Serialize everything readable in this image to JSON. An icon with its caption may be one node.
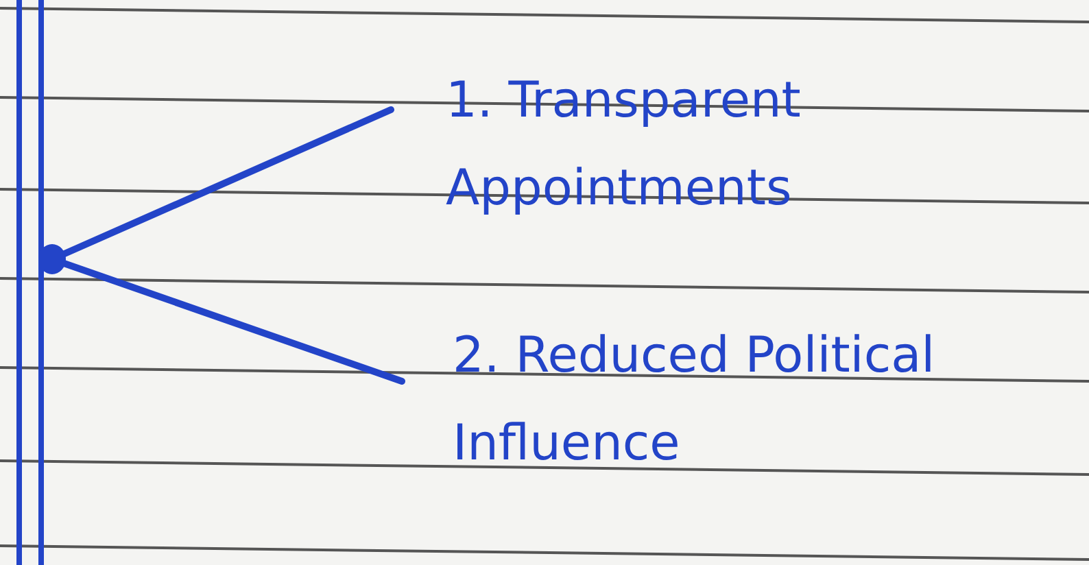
{
  "diagram": {
    "nodes": [
      {
        "text": [],
        "shape": "circle"
      },
      {
        "text": [
          "1. Transparent Appointments"
        ]
      },
      {
        "text": [
          "2. Reduced Political Influence"
        ]
      }
    ],
    "edges": [
      {
        "from": 0,
        "to": 1,
        "arrow": "none"
      },
      {
        "from": 0,
        "to": 2,
        "arrow": "none"
      }
    ]
  }
}
